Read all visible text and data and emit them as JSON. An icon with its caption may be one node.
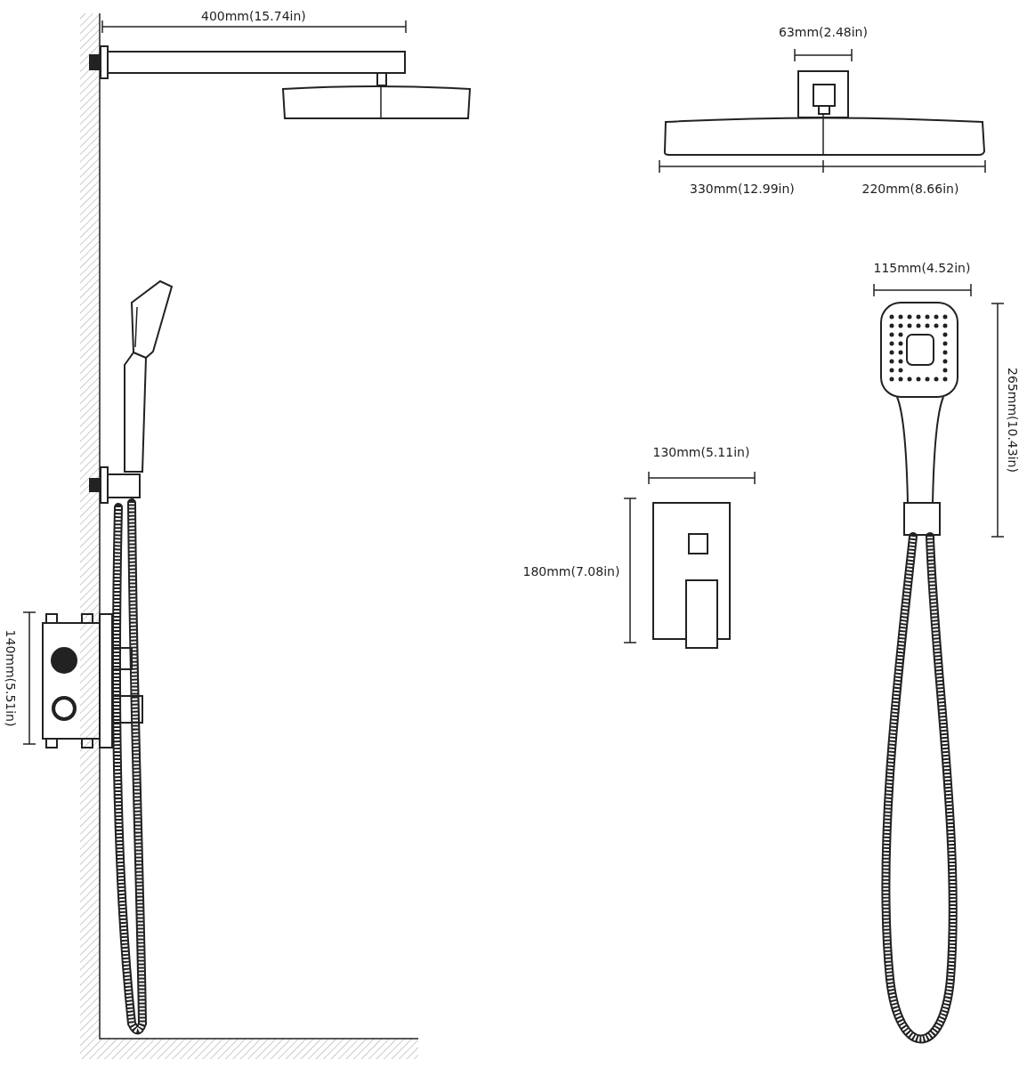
{
  "diagram": {
    "labels": [
      "400mm(15.74in)",
      "63mm(2.48in)",
      "330mm(12.99in)",
      "220mm(8.66in)",
      "115mm(4.52in)",
      "265mm(10.43in)",
      "130mm(5.11in)",
      "180mm(7.08in)",
      "140mm(5.51in)"
    ]
  }
}
